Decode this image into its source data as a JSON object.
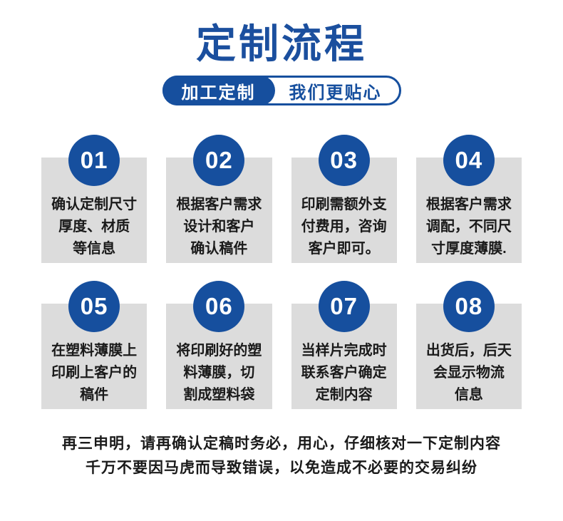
{
  "title": "定制流程",
  "badge": {
    "left_label": "加工定制",
    "right_label": "我们更贴心"
  },
  "steps": [
    {
      "number": "01",
      "lines": [
        "确认定制尺寸",
        "厚度、材质",
        "等信息"
      ]
    },
    {
      "number": "02",
      "lines": [
        "根据客户需求",
        "设计和客户",
        "确认稿件"
      ]
    },
    {
      "number": "03",
      "lines": [
        "印刷需额外支",
        "付费用，咨询",
        "客户即可。"
      ]
    },
    {
      "number": "04",
      "lines": [
        "根据客户需求",
        "调配，不同尺",
        "寸厚度薄膜."
      ]
    },
    {
      "number": "05",
      "lines": [
        "在塑料薄膜上",
        "印刷上客户的",
        "稿件"
      ]
    },
    {
      "number": "06",
      "lines": [
        "将印刷好的塑",
        "料薄膜，切",
        "割成塑料袋"
      ]
    },
    {
      "number": "07",
      "lines": [
        "当样片完成时",
        "联系客户确定",
        "定制内容"
      ]
    },
    {
      "number": "08",
      "lines": [
        "出货后，后天",
        "会显示物流",
        "信息"
      ]
    }
  ],
  "footer": {
    "line1": "再三申明，请再确认定稿时务必，用心，仔细核对一下定制内容",
    "line2": "千万不要因马虎而导致错误，以免造成不必要的交易纠纷"
  },
  "colors": {
    "primary_blue": "#164f9e",
    "title_blue": "#1b4f9e",
    "box_gray": "#dcdcdc",
    "text_dark": "#1a1a1a"
  }
}
